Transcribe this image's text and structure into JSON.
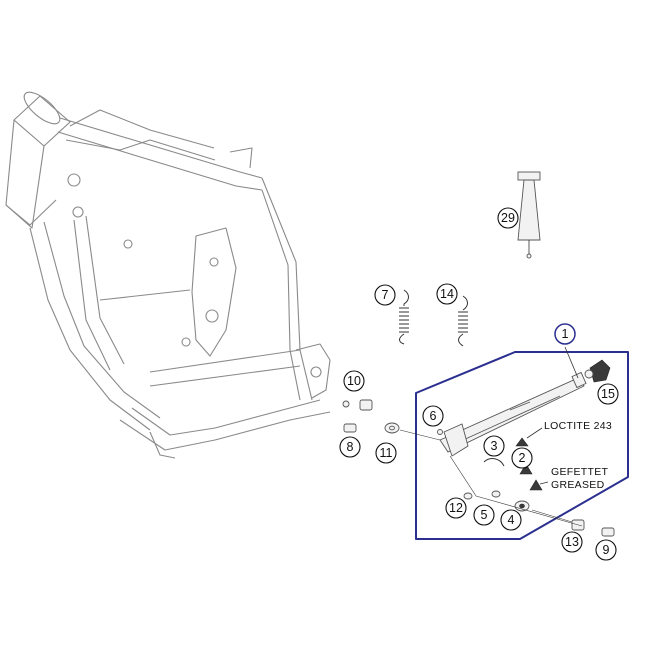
{
  "diagram": {
    "callouts": [
      {
        "id": "1",
        "label": "1"
      },
      {
        "id": "2",
        "label": "2"
      },
      {
        "id": "3",
        "label": "3"
      },
      {
        "id": "4",
        "label": "4"
      },
      {
        "id": "5",
        "label": "5"
      },
      {
        "id": "6",
        "label": "6"
      },
      {
        "id": "7",
        "label": "7"
      },
      {
        "id": "8",
        "label": "8"
      },
      {
        "id": "9",
        "label": "9"
      },
      {
        "id": "10",
        "label": "10"
      },
      {
        "id": "11",
        "label": "11"
      },
      {
        "id": "12",
        "label": "12"
      },
      {
        "id": "13",
        "label": "13"
      },
      {
        "id": "14",
        "label": "14"
      },
      {
        "id": "15",
        "label": "15"
      },
      {
        "id": "29",
        "label": "29"
      }
    ],
    "notes": {
      "loctite": "LOCTITE 243",
      "gefettet": "GEFETTET",
      "greased": "GREASED"
    },
    "colors": {
      "assembly_outline": "#2b2f8f",
      "line_art": "#8a8a8a",
      "ink": "#111111"
    }
  }
}
